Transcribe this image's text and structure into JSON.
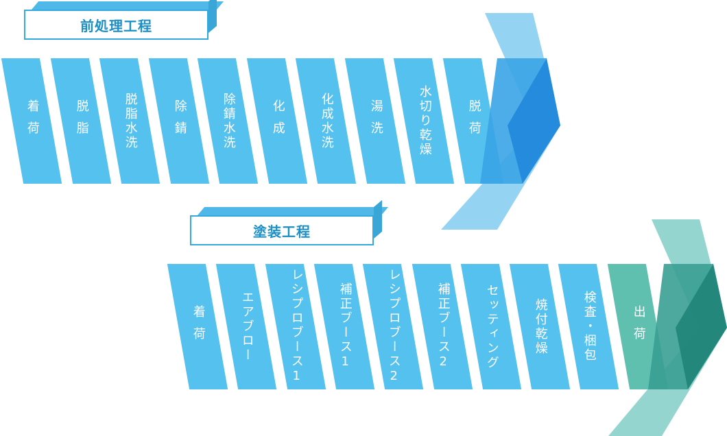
{
  "sections": [
    {
      "title": "前処理工程",
      "steps": [
        "着荷",
        "脱脂",
        "脱脂水洗",
        "除錆",
        "除錆水洗",
        "化成",
        "化成水洗",
        "湯洗",
        "水切り乾燥",
        "脱荷"
      ]
    },
    {
      "title": "塗装工程",
      "steps": [
        "着荷",
        "エアブロー",
        "レシプロブース1",
        "補正ブース1",
        "レシプロブース2",
        "補正ブース2",
        "セッティング",
        "焼付乾燥",
        "検査・梱包",
        "出荷"
      ]
    }
  ],
  "colors": {
    "step_blue": "#55c1ef",
    "title_border": "#33aadd",
    "title_text": "#1b8fc6",
    "arrow_blue_light": "#8fd1f2",
    "arrow_blue_mid": "#3aa4e6",
    "arrow_blue_dark": "#1f86db",
    "final_green": "#5fc0b0",
    "arrow_green_light": "#8fd3cc",
    "arrow_green_mid": "#3a9e94",
    "arrow_green_dark": "#1e8377"
  }
}
